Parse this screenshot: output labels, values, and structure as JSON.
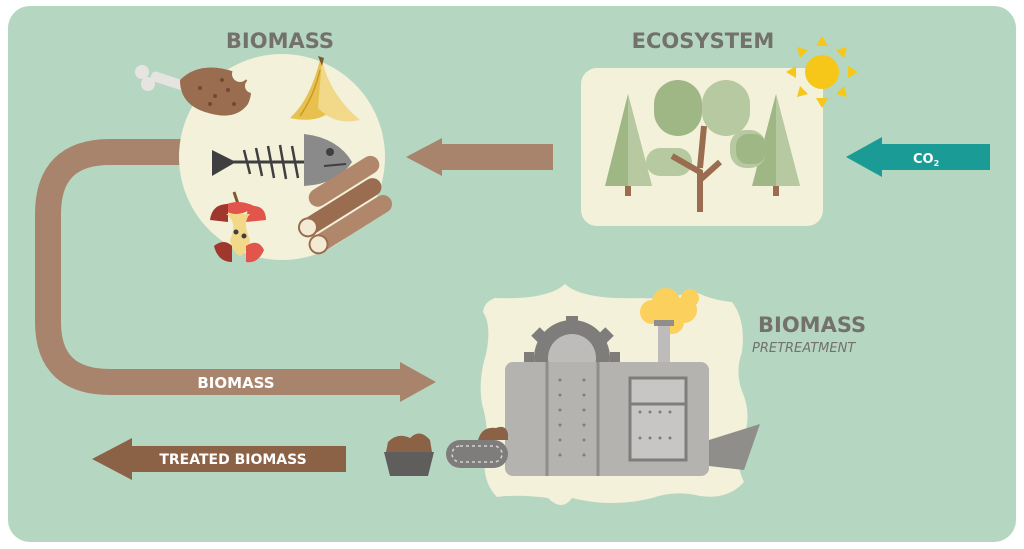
{
  "diagram": {
    "biomass_title": "BIOMASS",
    "ecosystem_title": "ECOSYSTEM",
    "co2": {
      "base": "CO",
      "subscript": "2"
    },
    "biomass_arrow_label": "BIOMASS",
    "treated_arrow_label": "TREATED BIOMASS",
    "pretreatment_title": "BIOMASS",
    "pretreatment_subtitle": "PRETREATMENT"
  },
  "colors": {
    "background": "#b5d7c1",
    "panel": "#f3f1d9",
    "arrow_brown": "#a9846c",
    "arrow_dark_brown": "#8c6247",
    "co2_teal": "#1a9b95",
    "heading_gray": "#73716a",
    "machine_gray": "#b5b3b0",
    "sun_yellow": "#f6c719",
    "steam_yellow": "#fbd05c",
    "tree_green": "#9fb785"
  },
  "icons": [
    "meat-bone-icon",
    "banana-peel-icon",
    "fish-skeleton-icon",
    "apple-core-icon",
    "wood-logs-icon",
    "sun-icon",
    "tree-icon",
    "gear-icon",
    "steam-cloud-icon",
    "conveyor-belt-icon",
    "biomass-bin-icon"
  ]
}
